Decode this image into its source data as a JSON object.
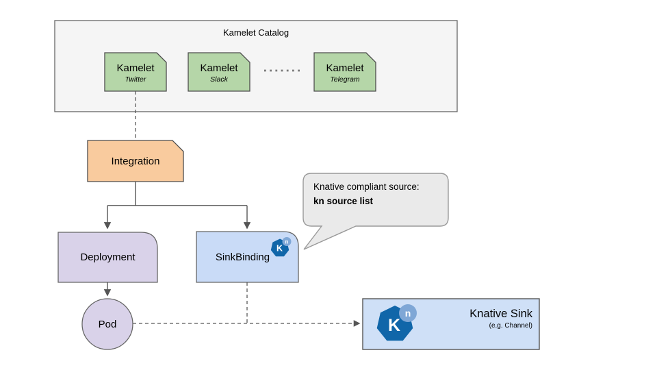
{
  "catalog": {
    "title": "Kamelet Catalog",
    "kamelets": [
      {
        "label": "Kamelet",
        "variant": "Twitter"
      },
      {
        "label": "Kamelet",
        "variant": "Slack"
      },
      {
        "label": "Kamelet",
        "variant": "Telegram"
      }
    ]
  },
  "nodes": {
    "integration": {
      "label": "Integration"
    },
    "deployment": {
      "label": "Deployment"
    },
    "sink_binding": {
      "label": "SinkBinding"
    },
    "pod": {
      "label": "Pod"
    },
    "knative_sink": {
      "title": "Knative Sink",
      "subtitle": "(e.g. Channel)"
    }
  },
  "callout": {
    "line1": "Knative compliant source:",
    "line2": "kn source list"
  },
  "icons": {
    "knative_letter": "K",
    "knative_superscript": "n"
  },
  "colors": {
    "catalog_fill": "#f5f5f5",
    "catalog_border": "#666666",
    "kamelet_fill": "#b5d6a8",
    "integration_fill": "#f9cb9e",
    "deployment_fill": "#d9d2e9",
    "sink_binding_fill": "#c9dbf7",
    "knative_sink_fill": "#cfe0f7",
    "pod_fill": "#d9d2e9",
    "shape_border": "#4d4d4d",
    "connector": "#555555",
    "callout_fill": "#eaeaea",
    "callout_border": "#999999",
    "knative_blue": "#1066a9",
    "knative_light_blue": "#7fa7d6"
  }
}
